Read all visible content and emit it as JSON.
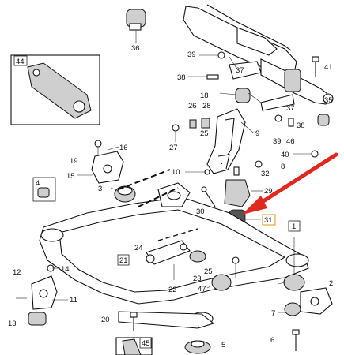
{
  "callouts": {
    "c36": "36",
    "c39": "39",
    "c41": "41",
    "c44": "44",
    "c37": "37",
    "c38a": "38",
    "c18": "18",
    "c26": "26",
    "c28": "28",
    "c9": "9",
    "c37b": "37",
    "c35": "35",
    "c38b": "38",
    "c25a": "25",
    "c27": "27",
    "c39b": "39",
    "c46": "46",
    "c40": "40",
    "c19": "19",
    "c16": "16",
    "c10": "10",
    "c8": "8",
    "c15": "15",
    "c32": "32",
    "c4": "4",
    "c3": "3",
    "c29": "29",
    "c30": "30",
    "c31": "31",
    "c1": "1",
    "c24": "24",
    "c21": "21",
    "c22": "22",
    "c23": "23",
    "c25b": "25",
    "c47": "47",
    "c12": "12",
    "c14": "14",
    "c11": "11",
    "c2": "2",
    "c7": "7",
    "c13": "13",
    "c20": "20",
    "c45": "45",
    "c5": "5",
    "c6": "6"
  },
  "colors": {
    "arrow": "#e0281e",
    "highlight_box": "#e3a93a",
    "line": "#111111"
  }
}
